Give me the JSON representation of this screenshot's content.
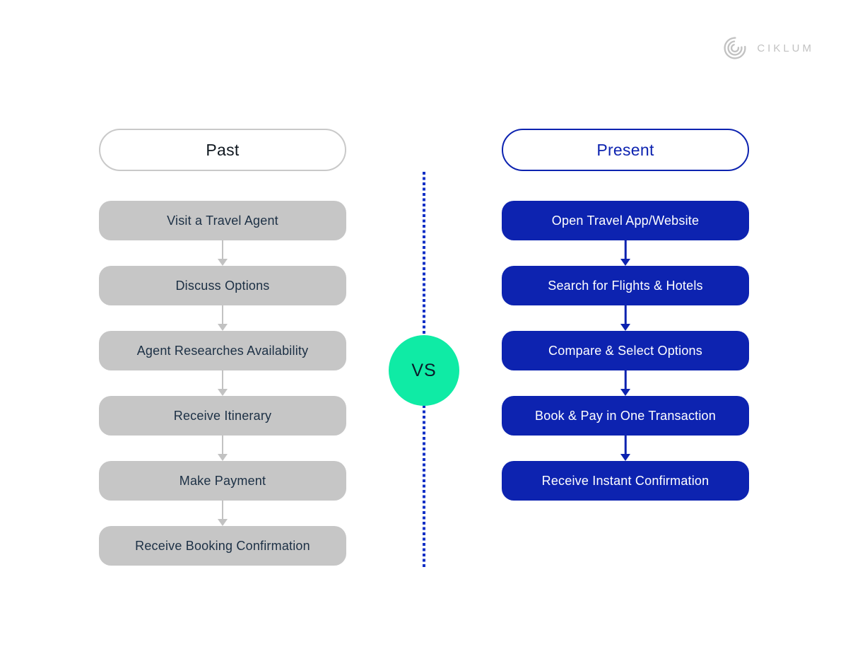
{
  "logo": {
    "text": "CIKLUM",
    "icon": "ciklum-concentric-c-arcs"
  },
  "past": {
    "title": "Past",
    "steps": [
      "Visit a Travel Agent",
      "Discuss Options",
      "Agent Researches Availability",
      "Receive Itinerary",
      "Make Payment",
      "Receive Booking Confirmation"
    ]
  },
  "present": {
    "title": "Present",
    "steps": [
      "Open Travel App/Website",
      "Search for Flights & Hotels",
      "Compare & Select Options",
      "Book & Pay in One Transaction",
      "Receive Instant Confirmation"
    ]
  },
  "divider": {
    "vs_label": "VS"
  },
  "colors": {
    "brand_blue": "#0D23B0",
    "gray_box": "#C6C6C6",
    "accent_green": "#0FEBA5",
    "dark_text": "#1C3045",
    "logo_gray": "#C2C2C2"
  }
}
